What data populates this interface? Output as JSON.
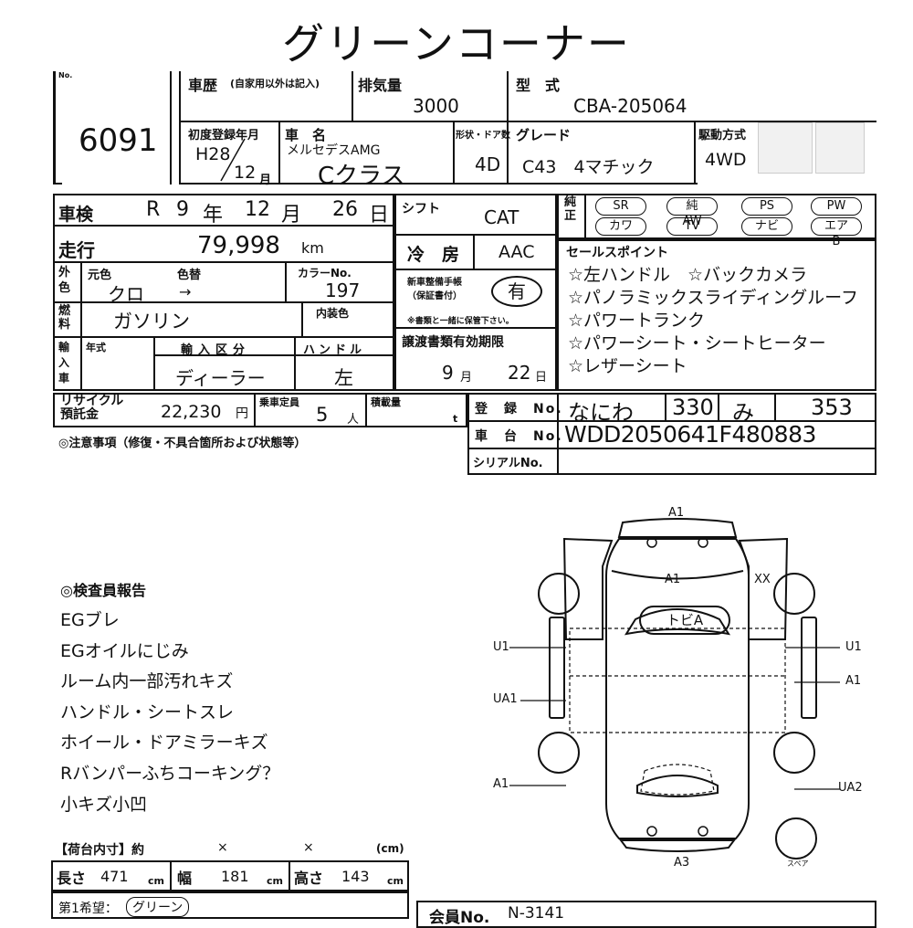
{
  "title": "グリーンコーナー",
  "no_label": "No.",
  "lot_no": "6091",
  "history": {
    "label": "車歴",
    "note": "(自家用以外は記入)"
  },
  "displacement": {
    "label": "排気量",
    "value": "3000"
  },
  "model_type": {
    "label": "型　式",
    "value": "CBA-205064"
  },
  "first_reg": {
    "label": "初度登録年月",
    "year": "H28",
    "month": "12",
    "month_unit": "月"
  },
  "car_name": {
    "label": "車　名",
    "maker": "メルセデスAMG",
    "name": "Cクラス"
  },
  "body_doors": {
    "label": "形状・ドア数",
    "value": "4D"
  },
  "grade": {
    "label": "グレード",
    "value": "C43　4マチック"
  },
  "drive": {
    "label": "駆動方式",
    "value": "4WD"
  },
  "inspection": {
    "label": "車検",
    "era": "R",
    "year": "9",
    "year_unit": "年",
    "month": "12",
    "month_unit": "月",
    "day": "26",
    "day_unit": "日"
  },
  "shift": {
    "label": "シフト",
    "value": "CAT"
  },
  "mileage": {
    "label": "走行",
    "value": "79,998",
    "unit": "km"
  },
  "aircon": {
    "label": "冷　房",
    "value": "AAC"
  },
  "color": {
    "label_outer": "外色",
    "orig_label": "元色",
    "change_label": "色替",
    "orig": "クロ",
    "arrow": "→",
    "code_label": "カラーNo.",
    "code": "197"
  },
  "maintenance": {
    "label": "新車整備手帳（保証書付）",
    "value": "有",
    "note": "※書類と一緒に保管下さい。"
  },
  "fuel": {
    "label": "燃料",
    "value": "ガソリン",
    "interior_label": "内装色"
  },
  "transfer_docs": {
    "label": "譲渡書類有効期限",
    "month": "9",
    "month_unit": "月",
    "day": "22",
    "day_unit": "日"
  },
  "import": {
    "label": "輸入車",
    "year_label": "年式",
    "class_label": "輸入区分",
    "class_value": "ディーラー",
    "handle_label": "ハンドル",
    "handle_value": "左"
  },
  "equipment": {
    "label": "純正",
    "items": [
      "SR",
      "純AW",
      "PS",
      "PW",
      "カワ",
      "TV",
      "ナビ",
      "エアB"
    ]
  },
  "sales_points": {
    "label": "セールスポイント",
    "items": [
      "☆左ハンドル　☆バックカメラ",
      "☆パノラミックスライディングルーフ",
      "☆パワートランク",
      "☆パワーシート・シートヒーター",
      "☆レザーシート"
    ]
  },
  "recycle": {
    "label1": "リサイクル",
    "label2": "預託金",
    "value": "22,230",
    "unit": "円"
  },
  "capacity": {
    "label": "乗車定員",
    "value": "5",
    "unit": "人"
  },
  "load": {
    "label": "積載量",
    "unit": "t"
  },
  "registration": {
    "label": "登　録　No.",
    "place": "なにわ",
    "class": "330",
    "kana": "み",
    "number": "353"
  },
  "chassis": {
    "label": "車　台　No.",
    "value": "WDD2050641F480883"
  },
  "serial": {
    "label": "シリアルNo."
  },
  "caution": "◎注意事項（修復・不具合箇所および状態等）",
  "inspector_report": {
    "label": "◎検査員報告",
    "items": [
      "EGブレ",
      "EGオイルにじみ",
      "ルーム内一部汚れキズ",
      "ハンドル・シートスレ",
      "ホイール・ドアミラーキズ",
      "Rバンパーふちコーキング？",
      "小キズ小凹"
    ]
  },
  "cargo": {
    "label": "【荷台内寸】約",
    "x1": "×",
    "x2": "×",
    "unit": "(cm)"
  },
  "dimensions": {
    "length_label": "長さ",
    "length": "471",
    "width_label": "幅",
    "width": "181",
    "height_label": "高さ",
    "height": "143",
    "unit": "cm"
  },
  "wish": {
    "label": "第1希望：",
    "value": "グリーン"
  },
  "member": {
    "label": "会員No.",
    "value": "N-3141"
  },
  "diagram": {
    "labels": {
      "front": "A1",
      "hood": "A1",
      "xx": "XX",
      "top": "トビA",
      "u1_left": "U1",
      "u1_right": "U1",
      "a1_right": "A1",
      "ua1_left": "UA1",
      "a1_left_rear": "A1",
      "ua2_right": "UA2",
      "rear": "A3",
      "spare": "スペア"
    }
  }
}
